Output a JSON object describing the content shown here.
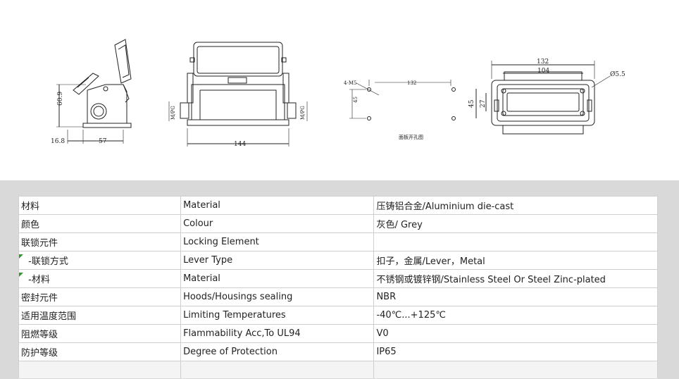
{
  "drawing": {
    "side_view": {
      "height": "60.9",
      "offset": "16.8",
      "width": "57"
    },
    "front_view": {
      "width": "144",
      "thread_left": "M/PG",
      "thread_right": "M/PG"
    },
    "panel_cutout": {
      "holes": "4-M5",
      "hole_spacing_x": "132",
      "hole_spacing_y": "45",
      "caption": "面板开孔图"
    },
    "top_view": {
      "outer_width": "132",
      "inner_width": "104",
      "outer_height": "45",
      "inner_height": "27",
      "hole_diameter": "Ø5.5"
    }
  },
  "table": {
    "rows": [
      {
        "cn": "材料",
        "en": "Material",
        "value": "压铸铝合金/Aluminium die-cast",
        "marker": false
      },
      {
        "cn": "颜色",
        "en": "Colour",
        "value": "灰色/ Grey",
        "marker": false
      },
      {
        "cn": "联锁元件",
        "en": "Locking Element",
        "value": "",
        "marker": false
      },
      {
        "cn": " -联锁方式",
        "en": "Lever Type",
        "value": "扣子，金属/Lever，Metal",
        "marker": true
      },
      {
        "cn": " -材料",
        "en": "Material",
        "value": "不锈钢或镀锌钢/Stainless Steel Or Steel Zinc-plated",
        "marker": true
      },
      {
        "cn": "密封元件",
        "en": "Hoods/Housings sealing",
        "value": "NBR",
        "marker": false
      },
      {
        "cn": "适用温度范围",
        "en": "Limiting Temperatures",
        "value": "-40℃...+125℃",
        "marker": false
      },
      {
        "cn": "阻燃等级",
        "en": "Flammability Acc,To UL94",
        "value": "V0",
        "marker": false
      },
      {
        "cn": "防护等级",
        "en": "Degree of Protection",
        "value": "IP65",
        "marker": false
      }
    ]
  }
}
